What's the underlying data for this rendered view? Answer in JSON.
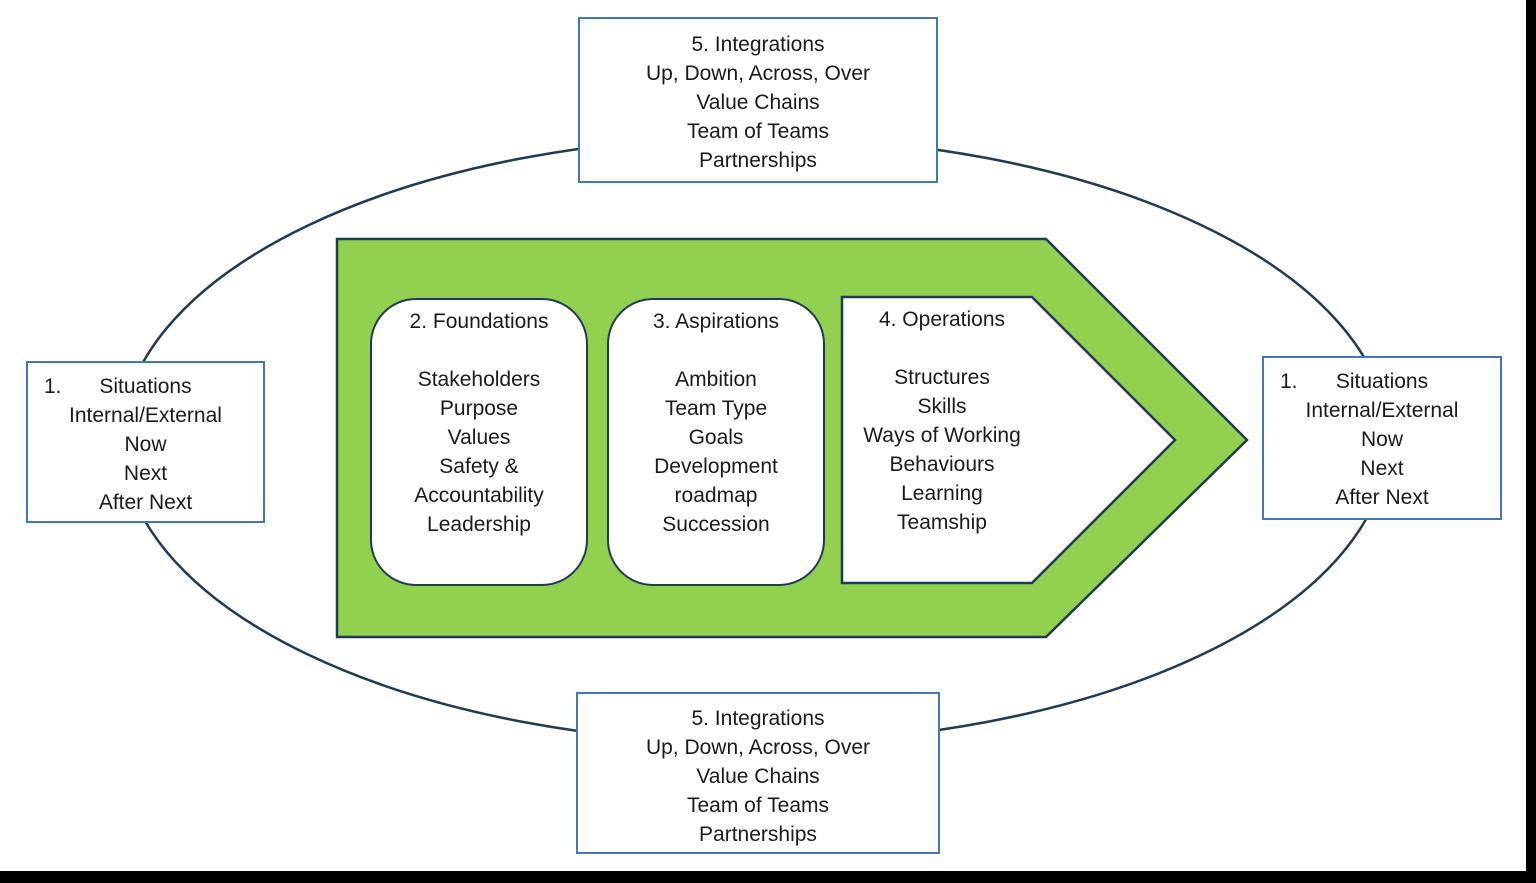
{
  "colors": {
    "green_fill": "#92D050",
    "dark_outline": "#1F3A54",
    "blue_border": "#4179AD",
    "text": "#1a1a1a",
    "frame": "#000000"
  },
  "situations": {
    "number": "1.",
    "title": "Situations",
    "lines": [
      "Internal/External",
      "Now",
      "Next",
      "After Next"
    ]
  },
  "integrations": {
    "title": "5. Integrations",
    "lines": [
      "Up, Down, Across, Over",
      "Value Chains",
      "Team of Teams",
      "Partnerships"
    ]
  },
  "foundations": {
    "title": "2. Foundations",
    "items": [
      "Stakeholders",
      "Purpose",
      "Values",
      "Safety &",
      "Accountability",
      "Leadership"
    ]
  },
  "aspirations": {
    "title": "3. Aspirations",
    "items": [
      "Ambition",
      "Team Type",
      "Goals",
      "Development",
      "roadmap",
      "Succession"
    ]
  },
  "operations": {
    "title": "4. Operations",
    "items": [
      "Structures",
      "Skills",
      "Ways of Working",
      "Behaviours",
      "Learning",
      "Teamship"
    ]
  }
}
